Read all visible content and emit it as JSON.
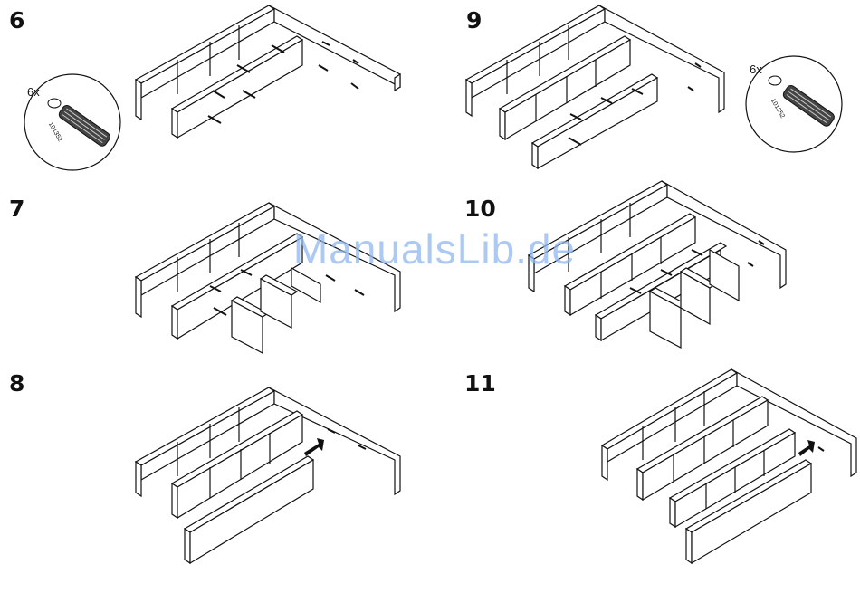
{
  "document": {
    "steps": [
      {
        "number": "6"
      },
      {
        "number": "7"
      },
      {
        "number": "8"
      },
      {
        "number": "9"
      },
      {
        "number": "10"
      },
      {
        "number": "11"
      }
    ],
    "callouts": [
      {
        "quantity": "6x",
        "part_id": "101352"
      },
      {
        "quantity": "6x",
        "part_id": "101352"
      }
    ],
    "watermark": "ManualsLib.de"
  }
}
